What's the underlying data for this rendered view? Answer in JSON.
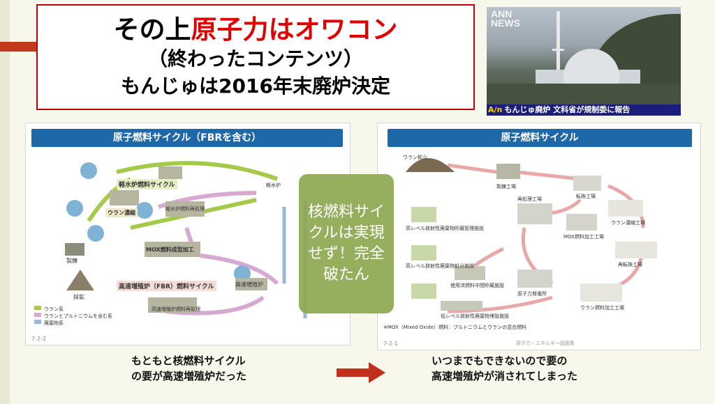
{
  "slide": {
    "title": {
      "line1_prefix": "その上",
      "line1_highlight": "原子力はオワコン",
      "line2": "（終わったコンテンツ）",
      "line3": "もんじゅは2016年末廃炉決定"
    },
    "news_image": {
      "watermark": "ANN\nNEWS",
      "logo": "A/n",
      "caption": "もんじゅ廃炉 文科省が規制委に報告"
    },
    "left_diagram": {
      "header": "原子燃料サイクル（FBRを含む）",
      "labels": {
        "lwr_cycle": "軽水炉燃料サイクル",
        "fbr_cycle": "高速増殖炉（FBR）燃料サイクル",
        "uranium_enrich": "ウラン濃縮",
        "lwr_reprocess": "軽水炉燃料再処理",
        "mox_fab": "MOX燃料成型加工",
        "fbr": "高速増殖炉",
        "fbr_reprocess": "高速増殖炉燃料再処理",
        "refining": "製錬",
        "mining": "採鉱",
        "lwr": "軽水炉",
        "legend_u": "ウラン系",
        "legend_mox": "ウランとプルトニウムを含む系",
        "legend_waste": "廃棄物系"
      },
      "footer": "7-2-2"
    },
    "right_diagram": {
      "header": "原子燃料サイクル",
      "labels": {
        "mine": "ウラン鉱山",
        "refining_plant": "製錬工場",
        "conversion": "転換工場",
        "enrichment": "ウラン濃縮工場",
        "reconversion": "再転換工場",
        "fuel_fab": "ウラン燃料加工工場",
        "reactor": "原子力発電所",
        "reprocessing": "再処理工場",
        "mox_fab": "MOX燃料加工工場",
        "interim": "使用済燃料中間貯蔵施設",
        "hlw": "高レベル放射性廃棄物貯蔵管理施設",
        "disposal": "高レベル放射性廃棄物処分施設",
        "llw": "低レベル放射性廃棄物埋設施設",
        "note": "※MOX（Mixed Oxide）燃料：プルトニウムとウランの混合燃料"
      },
      "footer": "7-2-1",
      "source": "原子力・エネルギー図面集"
    },
    "overlay_text": "核燃料サイクルは実現せず！完全破たん",
    "caption_left": [
      "もともと核燃料サイクル",
      "の要が高速増殖炉だった"
    ],
    "caption_right": [
      "いつまでもできないので要の",
      "高速増殖炉が消されてしまった"
    ],
    "colors": {
      "accent_red": "#e00000",
      "header_blue": "#1f68a8",
      "overlay_green": "#8ca850",
      "arrow_red": "#c0301c"
    }
  }
}
